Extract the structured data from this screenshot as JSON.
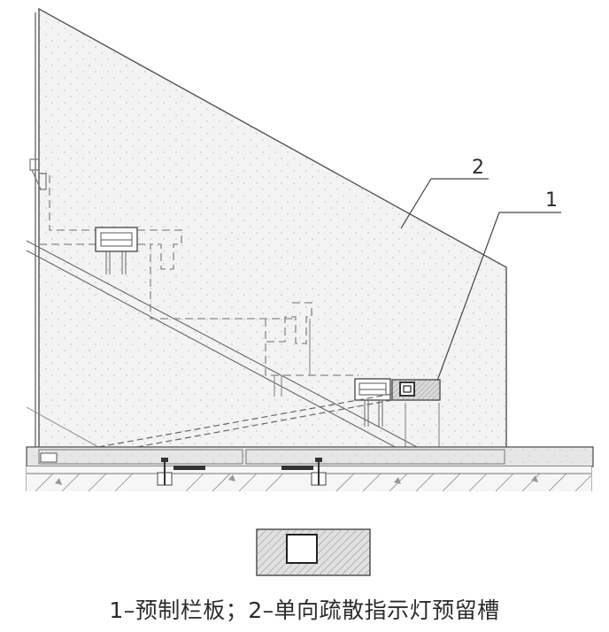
{
  "callouts": [
    {
      "id": "1",
      "label": "1"
    },
    {
      "id": "2",
      "label": "2"
    }
  ],
  "caption": "1–预制栏板；2–单向疏散指示灯预留槽",
  "colors": {
    "line": "#555555",
    "panel_fill": "#f3f3f3",
    "dot": "#c9c9c9",
    "hatch": "#8a8a8a",
    "slot_fill": "#d9d9d9"
  }
}
